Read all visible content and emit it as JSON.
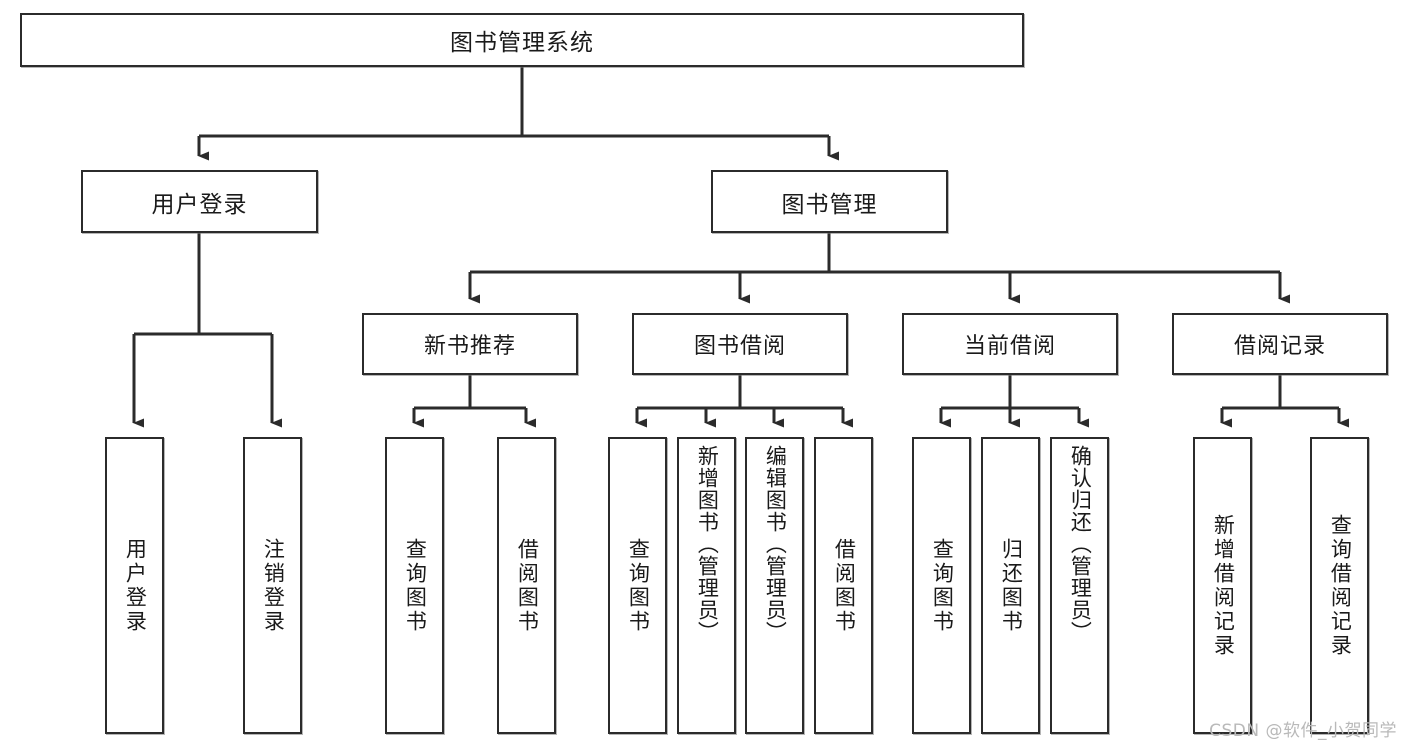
{
  "diagram": {
    "type": "tree",
    "title": "图书管理系统",
    "stroke_color": "#2b2b2b",
    "text_color": "#1a1a1a",
    "background_color": "#ffffff",
    "root": {
      "label": "图书管理系统"
    },
    "level1": [
      {
        "label": "用户登录"
      },
      {
        "label": "图书管理"
      }
    ],
    "level2": [
      {
        "label": "新书推荐"
      },
      {
        "label": "图书借阅"
      },
      {
        "label": "当前借阅"
      },
      {
        "label": "借阅记录"
      }
    ],
    "leaves": {
      "user_login": [
        {
          "label": "用户登录"
        },
        {
          "label": "注销登录"
        }
      ],
      "new_book_recommend": [
        {
          "label": "查询图书"
        },
        {
          "label": "借阅图书"
        }
      ],
      "book_borrow": [
        {
          "label": "查询图书"
        },
        {
          "label": "新增图书（管理员）"
        },
        {
          "label": "编辑图书（管理员）"
        },
        {
          "label": "借阅图书"
        }
      ],
      "current_borrow": [
        {
          "label": "查询图书"
        },
        {
          "label": "归还图书"
        },
        {
          "label": "确认归还（管理员）"
        }
      ],
      "borrow_record": [
        {
          "label": "新增借阅记录"
        },
        {
          "label": "查询借阅记录"
        }
      ]
    }
  },
  "watermark": {
    "text": "CSDN @软件_小贺同学"
  }
}
